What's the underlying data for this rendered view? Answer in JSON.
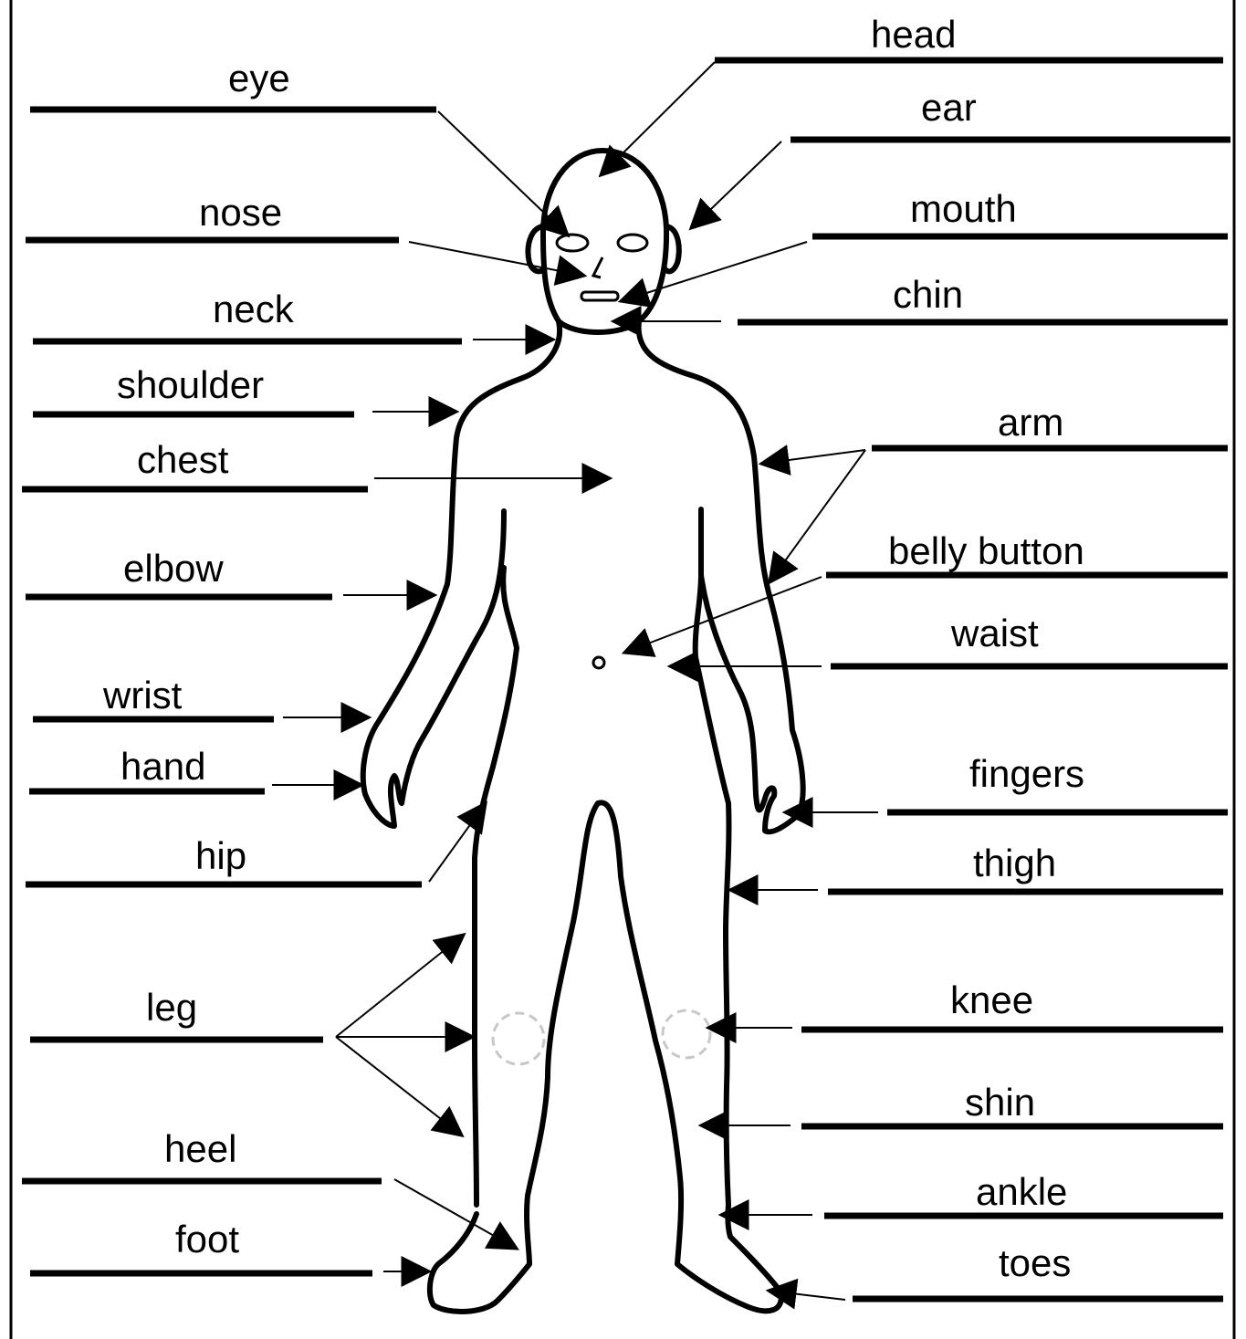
{
  "diagram": {
    "labels": {
      "eye": "eye",
      "nose": "nose",
      "neck": "neck",
      "shoulder": "shoulder",
      "chest": "chest",
      "elbow": "elbow",
      "wrist": "wrist",
      "hand": "hand",
      "hip": "hip",
      "leg": "leg",
      "heel": "heel",
      "foot": "foot",
      "head": "head",
      "ear": "ear",
      "mouth": "mouth",
      "chin": "chin",
      "arm": "arm",
      "belly_button": "belly button",
      "waist": "waist",
      "fingers": "fingers",
      "thigh": "thigh",
      "knee": "knee",
      "shin": "shin",
      "ankle": "ankle",
      "toes": "toes"
    },
    "colors": {
      "ink": "#000000",
      "background": "#ffffff",
      "knee_circle": "#c8c8c8"
    }
  }
}
